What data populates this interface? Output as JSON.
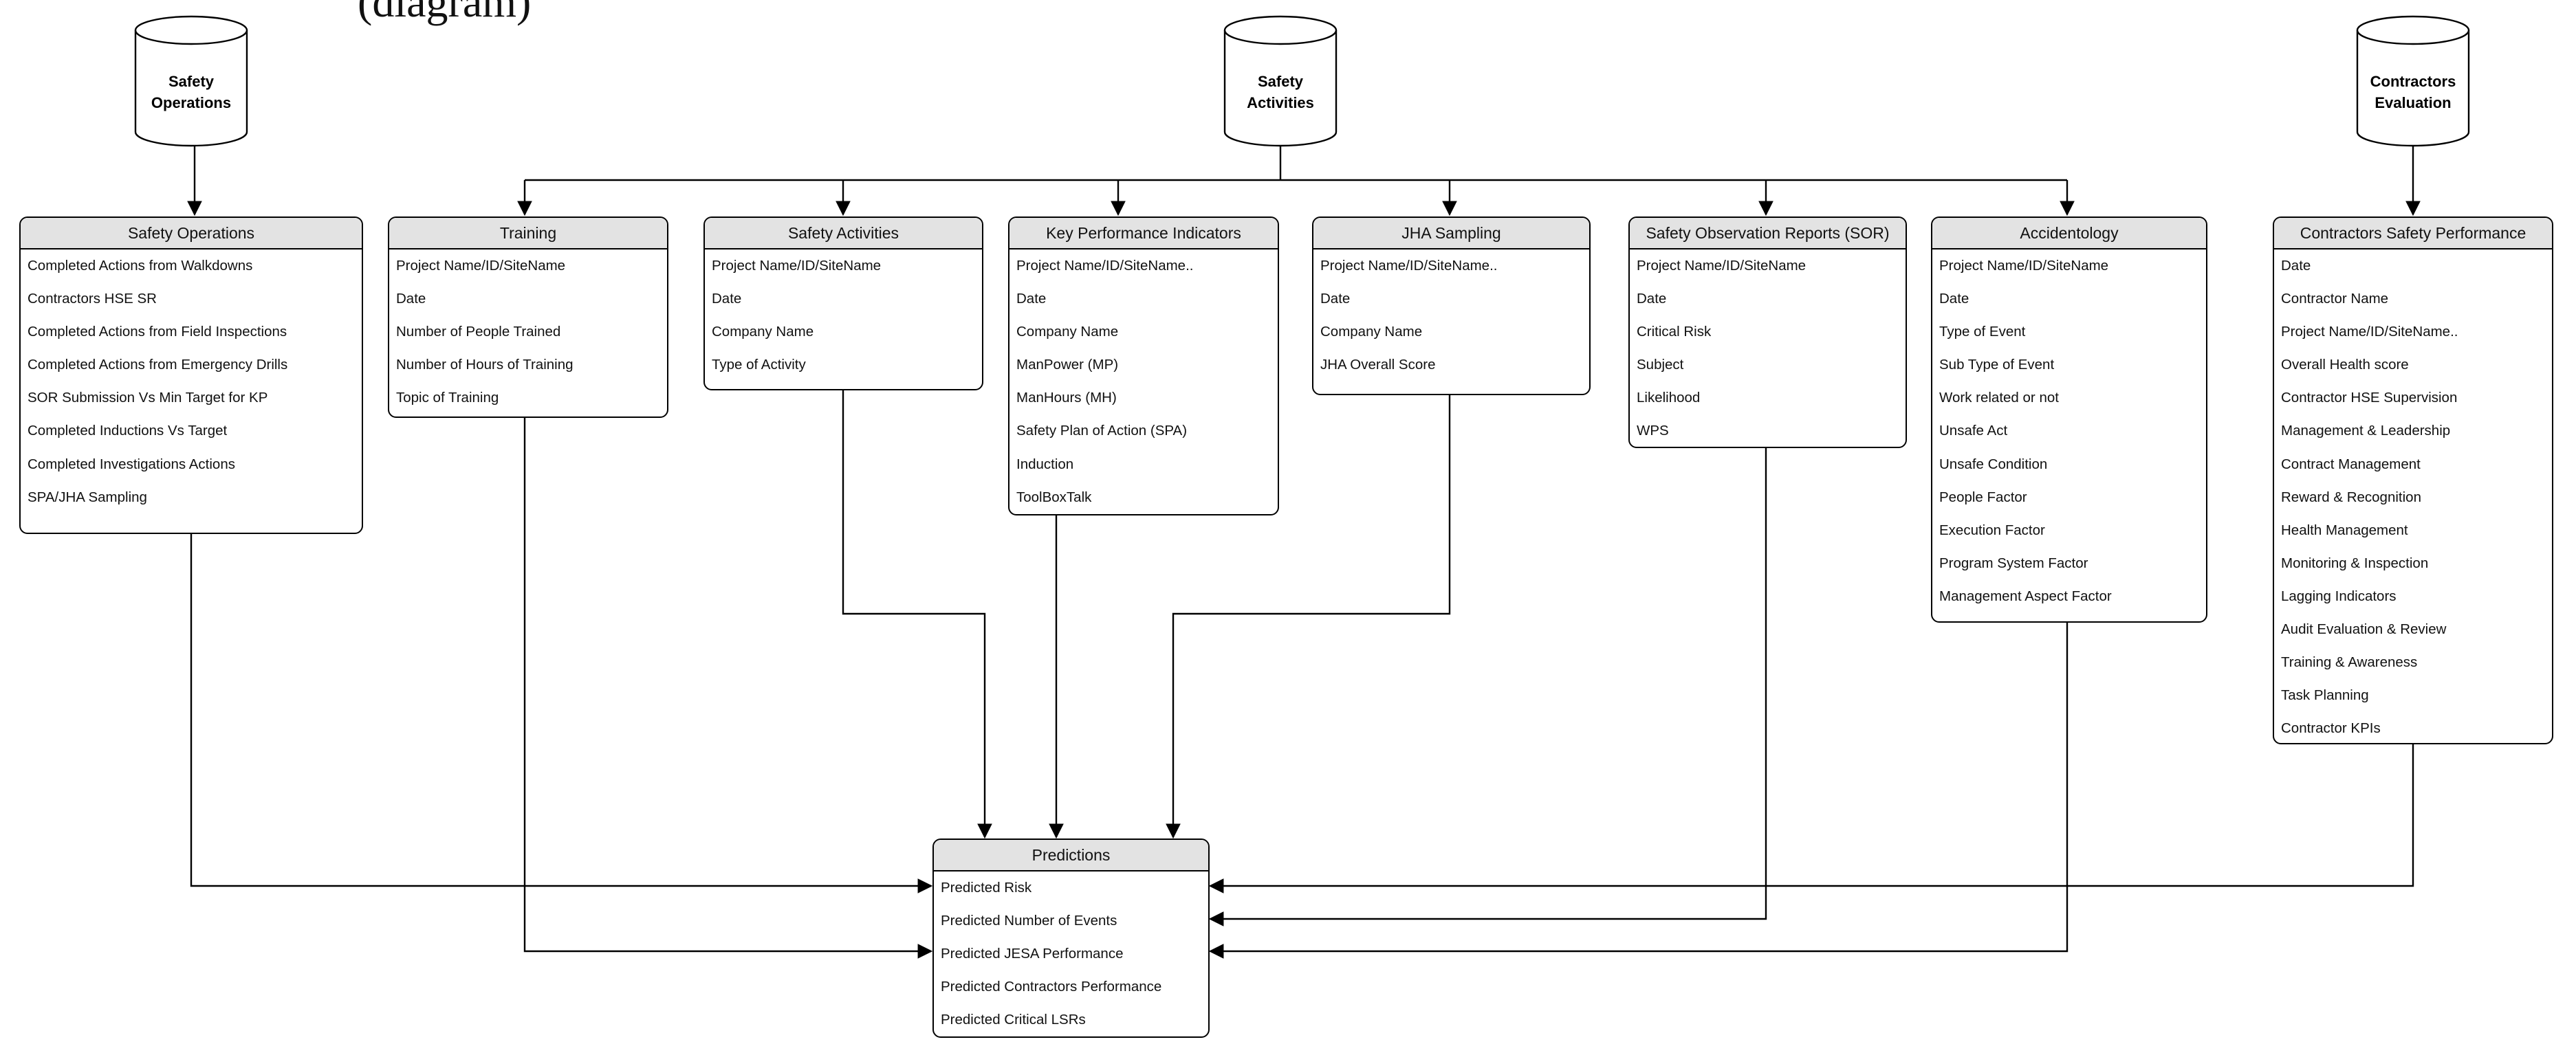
{
  "caption_fragment": "(diagram)",
  "sources": [
    {
      "id": "safety-operations-db",
      "lines": [
        "Safety",
        "Operations"
      ]
    },
    {
      "id": "safety-activities-db",
      "lines": [
        "Safety",
        "Activities"
      ]
    },
    {
      "id": "contractors-evaluation-db",
      "lines": [
        "Contractors",
        "Evaluation"
      ]
    }
  ],
  "entities": [
    {
      "id": "safety-operations",
      "title": "Safety Operations",
      "rows": [
        "Completed Actions from Walkdowns",
        "Contractors HSE SR",
        "Completed Actions from Field Inspections",
        "Completed Actions from Emergency Drills",
        "SOR Submission Vs Min Target for KP",
        "Completed Inductions Vs Target",
        "Completed Investigations Actions",
        "SPA/JHA Sampling"
      ]
    },
    {
      "id": "training",
      "title": "Training",
      "rows": [
        "Project Name/ID/SiteName",
        "Date",
        "Number of People Trained",
        "Number of Hours of Training",
        "Topic of Training"
      ]
    },
    {
      "id": "safety-activities",
      "title": "Safety Activities",
      "rows": [
        "Project Name/ID/SiteName",
        "Date",
        "Company Name",
        "Type of Activity"
      ]
    },
    {
      "id": "kpi",
      "title": "Key Performance Indicators",
      "rows": [
        "Project Name/ID/SiteName..",
        "Date",
        "Company Name",
        "ManPower (MP)",
        "ManHours (MH)",
        "Safety Plan of Action (SPA)",
        "Induction",
        "ToolBoxTalk"
      ]
    },
    {
      "id": "jha-sampling",
      "title": "JHA Sampling",
      "rows": [
        "Project Name/ID/SiteName..",
        "Date",
        "Company Name",
        "JHA Overall Score"
      ]
    },
    {
      "id": "sor",
      "title": "Safety Observation Reports (SOR)",
      "rows": [
        "Project Name/ID/SiteName",
        "Date",
        "Critical Risk",
        "Subject",
        "Likelihood",
        "WPS"
      ]
    },
    {
      "id": "accidentology",
      "title": "Accidentology",
      "rows": [
        "Project Name/ID/SiteName",
        "Date",
        "Type of Event",
        "Sub Type of Event",
        "Work related or not",
        "Unsafe Act",
        "Unsafe Condition",
        "People Factor",
        "Execution Factor",
        "Program System Factor",
        "Management Aspect Factor"
      ]
    },
    {
      "id": "contractors-safety-performance",
      "title": "Contractors Safety Performance",
      "rows": [
        "Date",
        "Contractor Name",
        "Project Name/ID/SiteName..",
        "Overall Health score",
        "Contractor HSE Supervision",
        "Management & Leadership",
        "Contract Management",
        "Reward & Recognition",
        "Health Management",
        "Monitoring & Inspection",
        "Lagging Indicators",
        "Audit Evaluation & Review",
        "Training & Awareness",
        "Task Planning",
        "Contractor KPIs"
      ]
    },
    {
      "id": "predictions",
      "title": "Predictions",
      "rows": [
        "Predicted Risk",
        "Predicted Number of Events",
        "Predicted JESA Performance",
        "Predicted Contractors Performance",
        "Predicted Critical LSRs"
      ]
    }
  ]
}
